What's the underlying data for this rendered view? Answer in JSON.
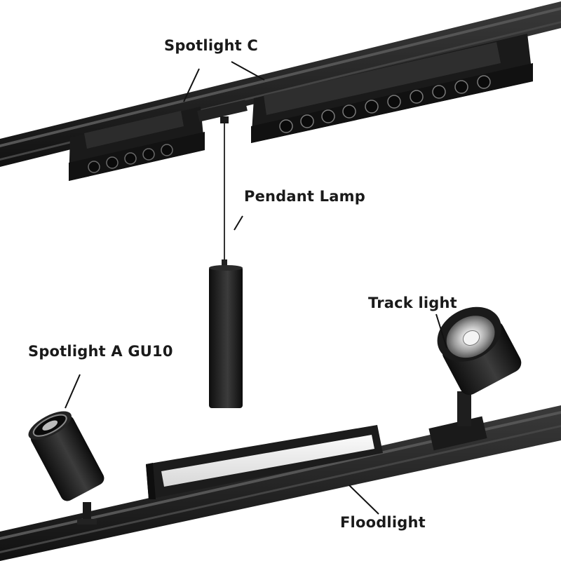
{
  "labels": {
    "spotlight_c": "Spotlight C",
    "pendant_lamp": "Pendant Lamp",
    "track_light": "Track light",
    "spotlight_a": "Spotlight A GU10",
    "floodlight": "Floodlight"
  },
  "colors": {
    "background": "#ffffff",
    "fixture": "#1c1c1c",
    "text": "#1a1a1a"
  }
}
